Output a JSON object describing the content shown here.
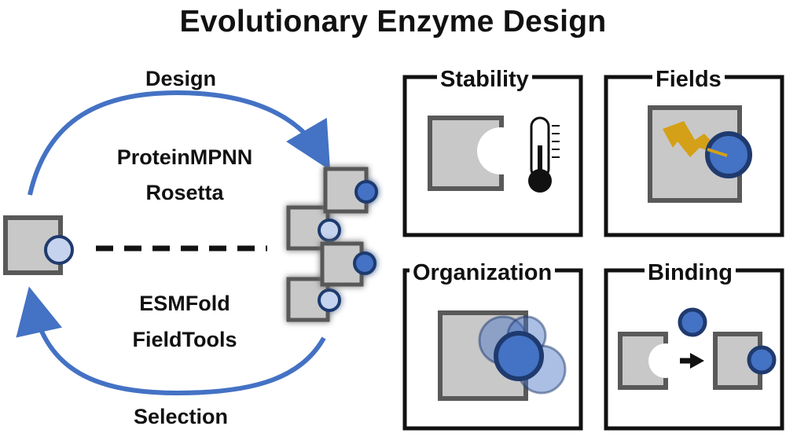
{
  "title": "Evolutionary Enzyme Design",
  "cycle": {
    "top_label": "Design",
    "top_tools": [
      "ProteinMPNN",
      "Rosetta"
    ],
    "bottom_tools": [
      "ESMFold",
      "FieldTools"
    ],
    "bottom_label": "Selection"
  },
  "panels": {
    "stability": "Stability",
    "fields": "Fields",
    "organization": "Organization",
    "binding": "Binding"
  },
  "colors": {
    "arrow_blue": "#4472c4",
    "box_fill": "#c8c8c8",
    "box_stroke": "#595959",
    "circle_fill": "#4472c4",
    "circle_stroke": "#1f3a6e",
    "light_circle_fill": "#c5d3ee",
    "lightning": "#d4a017"
  },
  "icons": [
    "thermometer-icon",
    "lightning-icon",
    "arrow-right-icon"
  ]
}
